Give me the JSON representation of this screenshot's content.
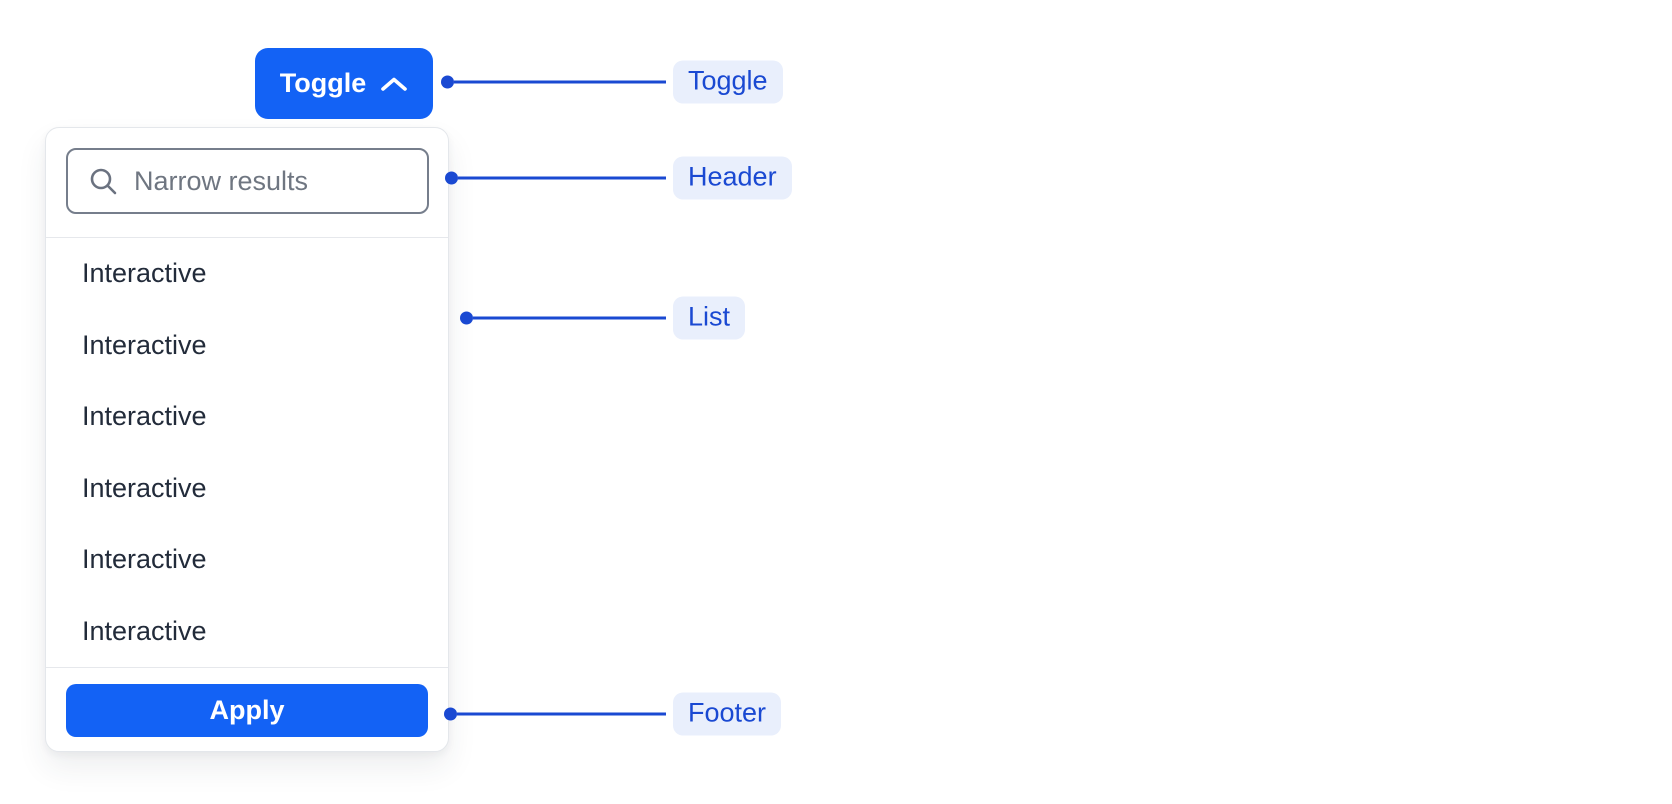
{
  "toggle_button": {
    "label": "Toggle",
    "icon": "chevron-up-icon"
  },
  "dropdown": {
    "header": {
      "search_placeholder": "Narrow results",
      "icon": "search-icon"
    },
    "list": {
      "items": [
        "Interactive",
        "Interactive",
        "Interactive",
        "Interactive",
        "Interactive",
        "Interactive"
      ]
    },
    "footer": {
      "apply_label": "Apply"
    }
  },
  "annotations": [
    {
      "id": "toggle",
      "label": "Toggle"
    },
    {
      "id": "header",
      "label": "Header"
    },
    {
      "id": "list",
      "label": "List"
    },
    {
      "id": "footer",
      "label": "Footer"
    }
  ],
  "colors": {
    "button_blue": "#1362F5",
    "annotation_blue": "#1A49D2",
    "annotation_pill_bg": "#E9EFFC",
    "panel_border": "#E4E7EB",
    "input_border": "#767E8C",
    "list_text": "#222B3A",
    "placeholder_text": "#6F7681"
  }
}
